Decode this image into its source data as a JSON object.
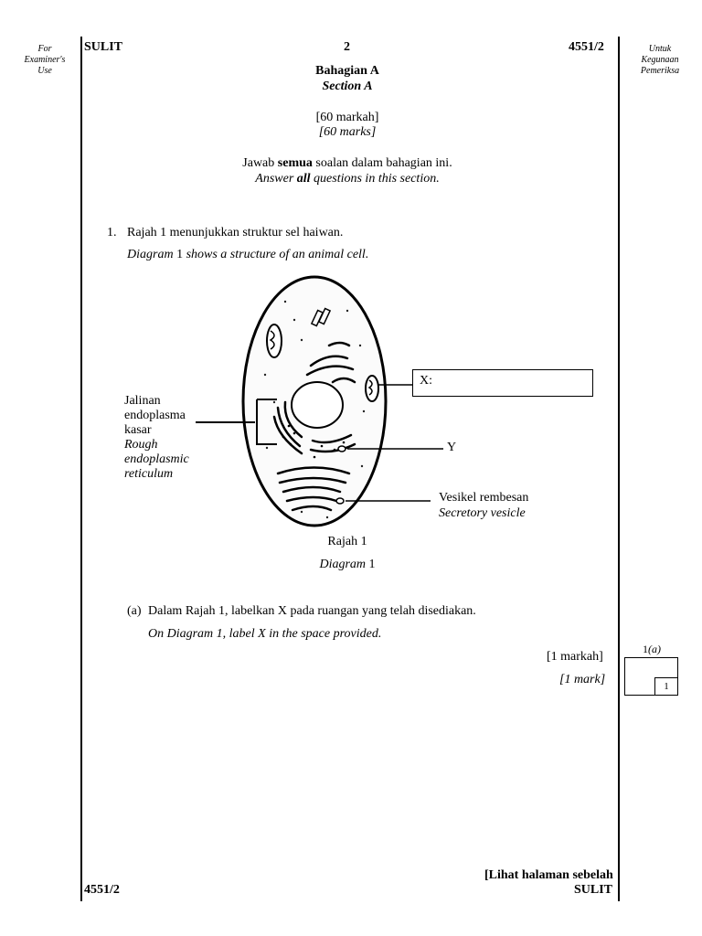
{
  "margins": {
    "left_note": [
      "For",
      "Examiner's",
      "Use"
    ],
    "right_note": [
      "Untuk",
      "Kegunaan",
      "Pemeriksa"
    ]
  },
  "header": {
    "left": "SULIT",
    "page_number": "2",
    "code": "4551/2"
  },
  "section": {
    "title_ms": "Bahagian A",
    "title_en": "Section A",
    "marks_ms": "[60 markah]",
    "marks_en": "[60 marks]",
    "instruction_ms_pre": "Jawab ",
    "instruction_ms_bold": "semua",
    "instruction_ms_post": " soalan dalam bahagian ini.",
    "instruction_en_pre": "Answer ",
    "instruction_en_bold": "all",
    "instruction_en_post": " questions in this section."
  },
  "question1": {
    "number": "1.",
    "stem_ms": "Rajah 1 menunjukkan struktur sel haiwan.",
    "stem_en_italic1": "Diagram",
    "stem_en_num": " 1 ",
    "stem_en_italic2": "shows a structure of an animal cell."
  },
  "diagram": {
    "labels": {
      "rer_ms": [
        "Jalinan",
        "endoplasma",
        "kasar"
      ],
      "rer_en": [
        "Rough",
        "endoplasmic",
        "reticulum"
      ],
      "x_label": "X:",
      "y_label": "Y",
      "vesicle_ms": "Vesikel rembesan",
      "vesicle_en": "Secretory vesicle"
    },
    "caption_ms": "Rajah 1",
    "caption_en_italic": "Diagram",
    "caption_en_num": " 1"
  },
  "part_a": {
    "label": "(a)",
    "text_ms": "Dalam Rajah 1, labelkan X pada ruangan yang telah disediakan.",
    "text_en": "On Diagram 1, label X in the space provided.",
    "marks_ms": "[1 markah]",
    "marks_en": "[1 mark]",
    "box_label_num": "1",
    "box_label_part": "(a)",
    "box_mark": "1"
  },
  "footer": {
    "next_page": "[Lihat halaman sebelah",
    "sulit": "SULIT",
    "code": "4551/2"
  }
}
